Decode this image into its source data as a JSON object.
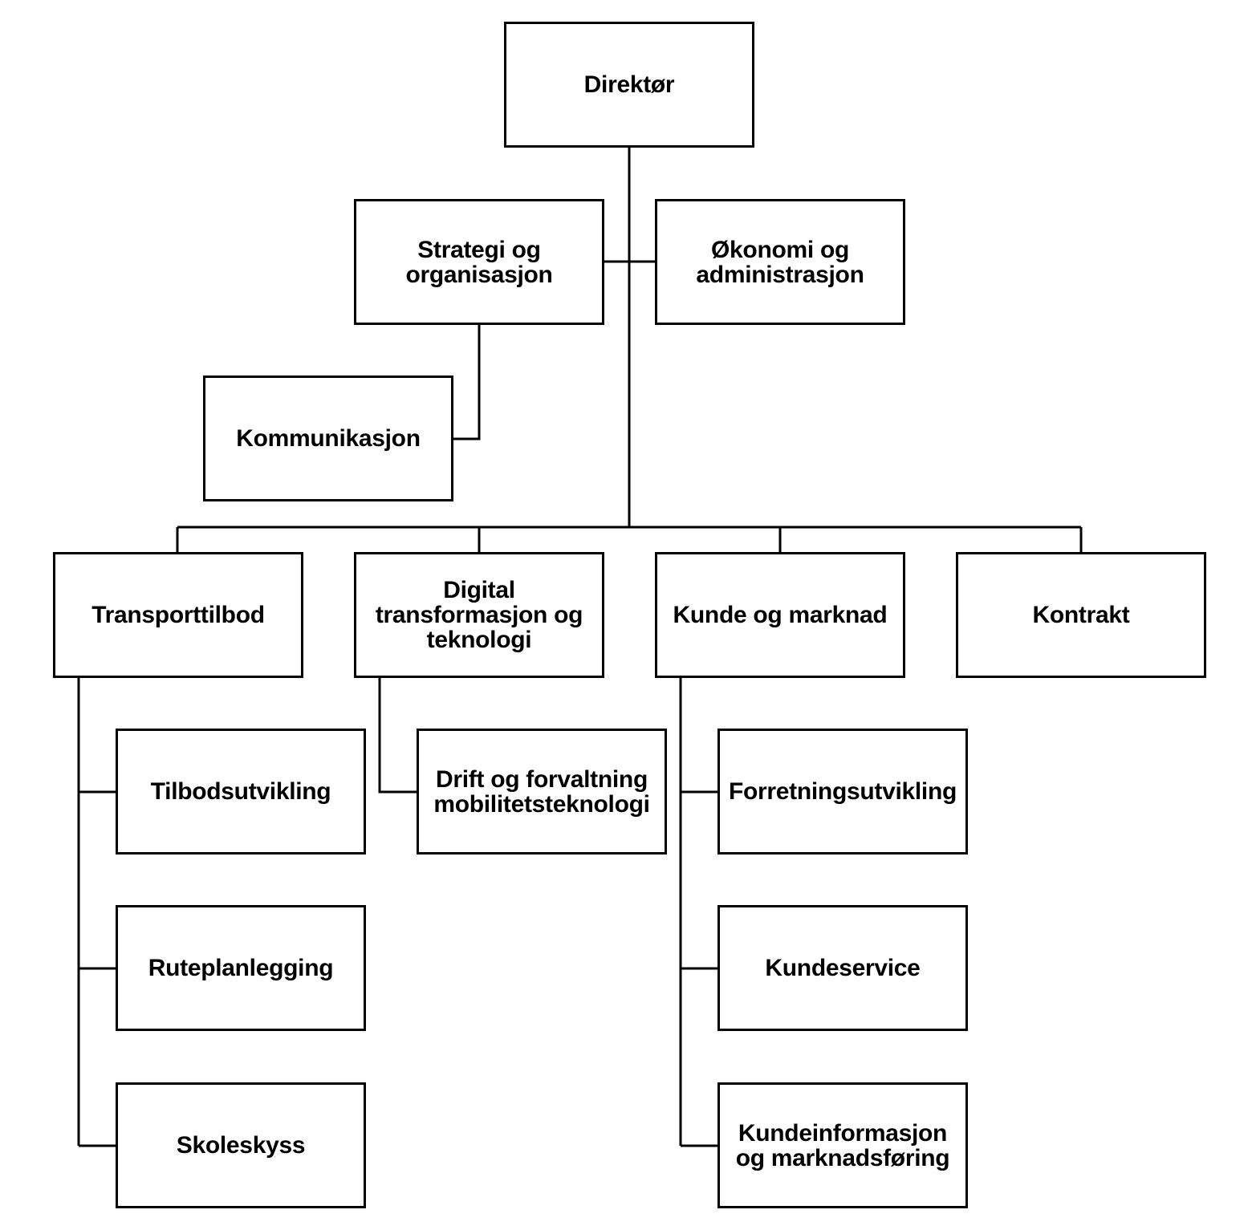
{
  "chart": {
    "director": "Direktør",
    "staff_left": "Strategi og\norganisasjon",
    "staff_right": "Økonomi og\nadministrasjon",
    "communication": "Kommunikasjon",
    "departments": [
      "Transporttilbod",
      "Digital\ntransformasjon og\nteknologi",
      "Kunde og marknad",
      "Kontrakt"
    ],
    "transport_units": [
      "Tilbodsutvikling",
      "Ruteplanlegging",
      "Skoleskyss"
    ],
    "digital_units": [
      "Drift og forvaltning\nmobilitetsteknologi"
    ],
    "customer_units": [
      "Forretningsutvikling",
      "Kundeservice",
      "Kundeinformasjon\nog marknadsføring"
    ]
  }
}
